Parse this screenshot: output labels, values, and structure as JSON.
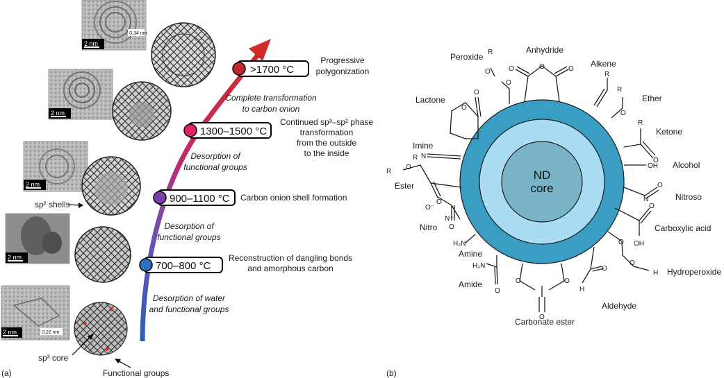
{
  "panel_a": {
    "label": "(a)",
    "stages": [
      {
        "temp": ">1700 °C",
        "color": "#c0282d",
        "desc": [
          "Progressive",
          "polygonization"
        ]
      },
      {
        "temp": "1300–1500 °C",
        "color": "#e0245e",
        "desc": [
          "Continued sp³–sp² phase",
          "transformation",
          "from the outside",
          "to the inside"
        ]
      },
      {
        "temp": "900–1100 °C",
        "color": "#7b3fa8",
        "desc": [
          "Carbon onion shell formation"
        ]
      },
      {
        "temp": "700–800 °C",
        "color": "#2f6fc0",
        "desc": [
          "Reconstruction of dangling bonds",
          "and amorphous carbon"
        ]
      }
    ],
    "processes": [
      [
        "Complete transformation",
        "to carbon onion"
      ],
      [
        "Desorption of",
        "functional groups"
      ],
      [
        "Desorption of",
        "functional groups"
      ],
      [
        "Desorption of water",
        "and functional groups"
      ]
    ],
    "scale_bars": [
      "2 nm",
      "2 nm",
      "2 nm",
      "2 nm",
      "2 nm"
    ],
    "spacings": [
      "0.34 nm",
      "0.21 nm"
    ],
    "annotations": {
      "sp2_shells": "sp² shells",
      "sp3_core": "sp³ core",
      "functional_groups": "Functional groups"
    }
  },
  "panel_b": {
    "label": "(b)",
    "core": [
      "ND",
      "core"
    ],
    "colors": {
      "outer": "#3a9ec4",
      "middle": "#a9dcf3",
      "core": "#79b3c8"
    },
    "groups": {
      "peroxide": "Peroxide",
      "anhydride": "Anhydride",
      "alkene": "Alkene",
      "ether": "Ether",
      "ketone": "Ketone",
      "alcohol": "Alcohol",
      "nitroso": "Nitroso",
      "carboxylic_acid": "Carboxylic acid",
      "hydroperoxide": "Hydroperoxide",
      "aldehyde": "Aldehyde",
      "carbonate_ester": "Carbonate ester",
      "amide": "Amide",
      "amine": "Amine",
      "nitro": "Nitro",
      "ester": "Ester",
      "imine": "Imine",
      "lactone": "Lactone"
    },
    "atoms": {
      "O": "O",
      "R": "R",
      "OH": "OH",
      "H": "H",
      "N": "N",
      "H2N": "H₂N",
      "Nplus": "N⁺",
      "Ominus": "O⁻"
    }
  }
}
